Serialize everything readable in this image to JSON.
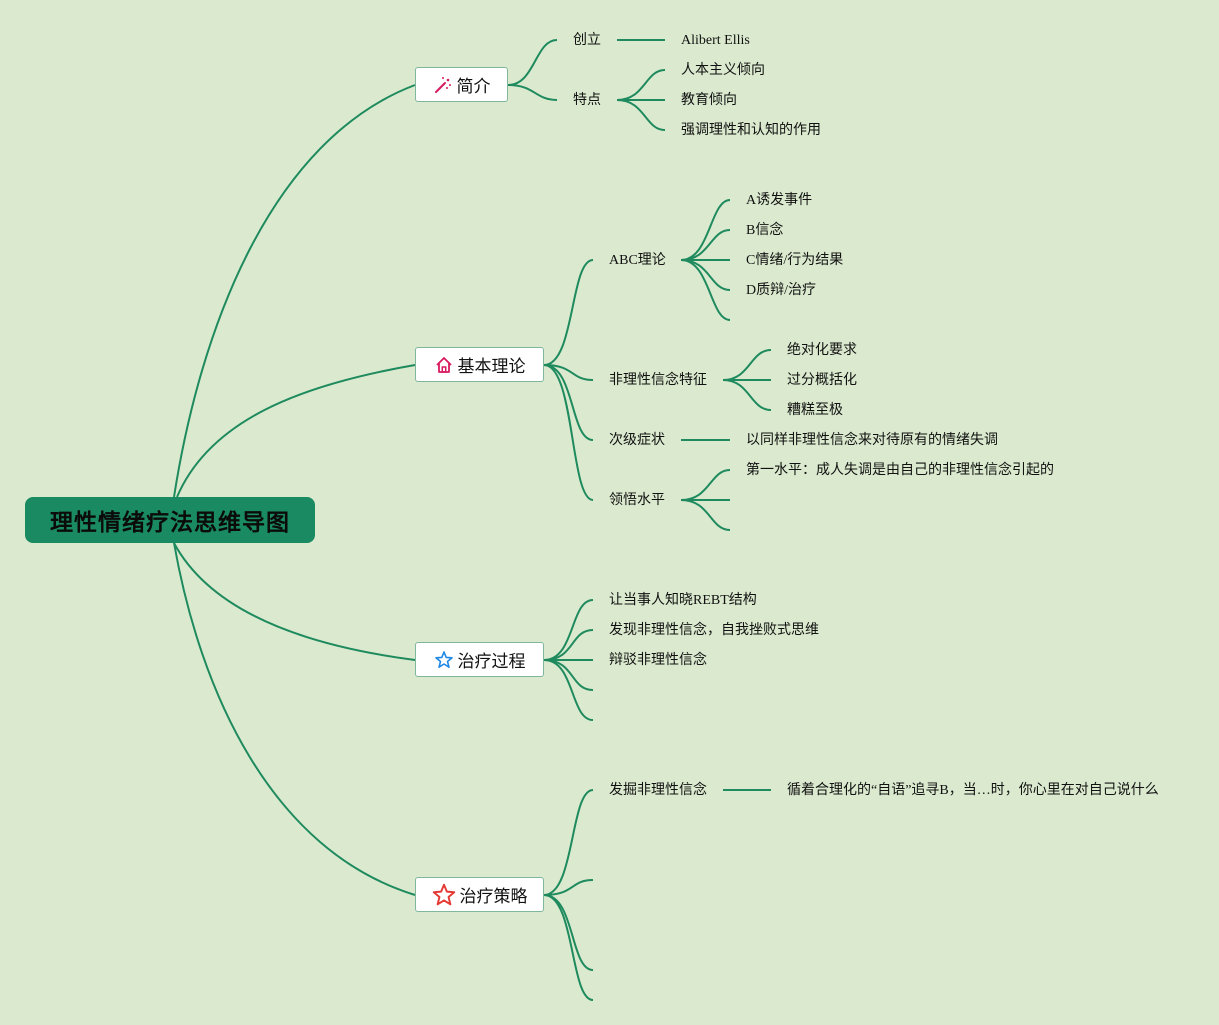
{
  "root": {
    "title": "理性情绪疗法思维导图"
  },
  "branches": {
    "intro": {
      "label": "简介",
      "icon": "magic-wand-icon",
      "founder": {
        "label": "创立",
        "value": "Alibert Ellis"
      },
      "features": {
        "label": "特点",
        "items": [
          "人本主义倾向",
          "教育倾向",
          "强调理性和认知的作用"
        ]
      }
    },
    "theory": {
      "label": "基本理论",
      "icon": "home-icon",
      "abc": {
        "label": "ABC理论",
        "items": [
          "A诱发事件",
          "B信念",
          "C情绪/行为结果",
          "D质辩/治疗"
        ]
      },
      "irrational": {
        "label": "非理性信念特征",
        "items": [
          "绝对化要求",
          "过分概括化",
          "糟糕至极"
        ]
      },
      "secondary": {
        "label": "次级症状",
        "value": "以同样非理性信念来对待原有的情绪失调"
      },
      "insight": {
        "label": "领悟水平",
        "items": [
          "第一水平：成人失调是由自己的非理性信念引起的"
        ]
      }
    },
    "process": {
      "label": "治疗过程",
      "icon": "star-outline-icon",
      "items": [
        "让当事人知晓REBT结构",
        "发现非理性信念，自我挫败式思维",
        "辩驳非理性信念"
      ]
    },
    "strategy": {
      "label": "治疗策略",
      "icon": "star-icon",
      "dig": {
        "label": "发掘非理性信念",
        "value": "循着合理化的“自语”追寻B，当…时，你心里在对自己说什么"
      }
    }
  },
  "colors": {
    "background": "#dbeacf",
    "line": "#1e8a5e",
    "root_fill": "#1a8a62"
  }
}
